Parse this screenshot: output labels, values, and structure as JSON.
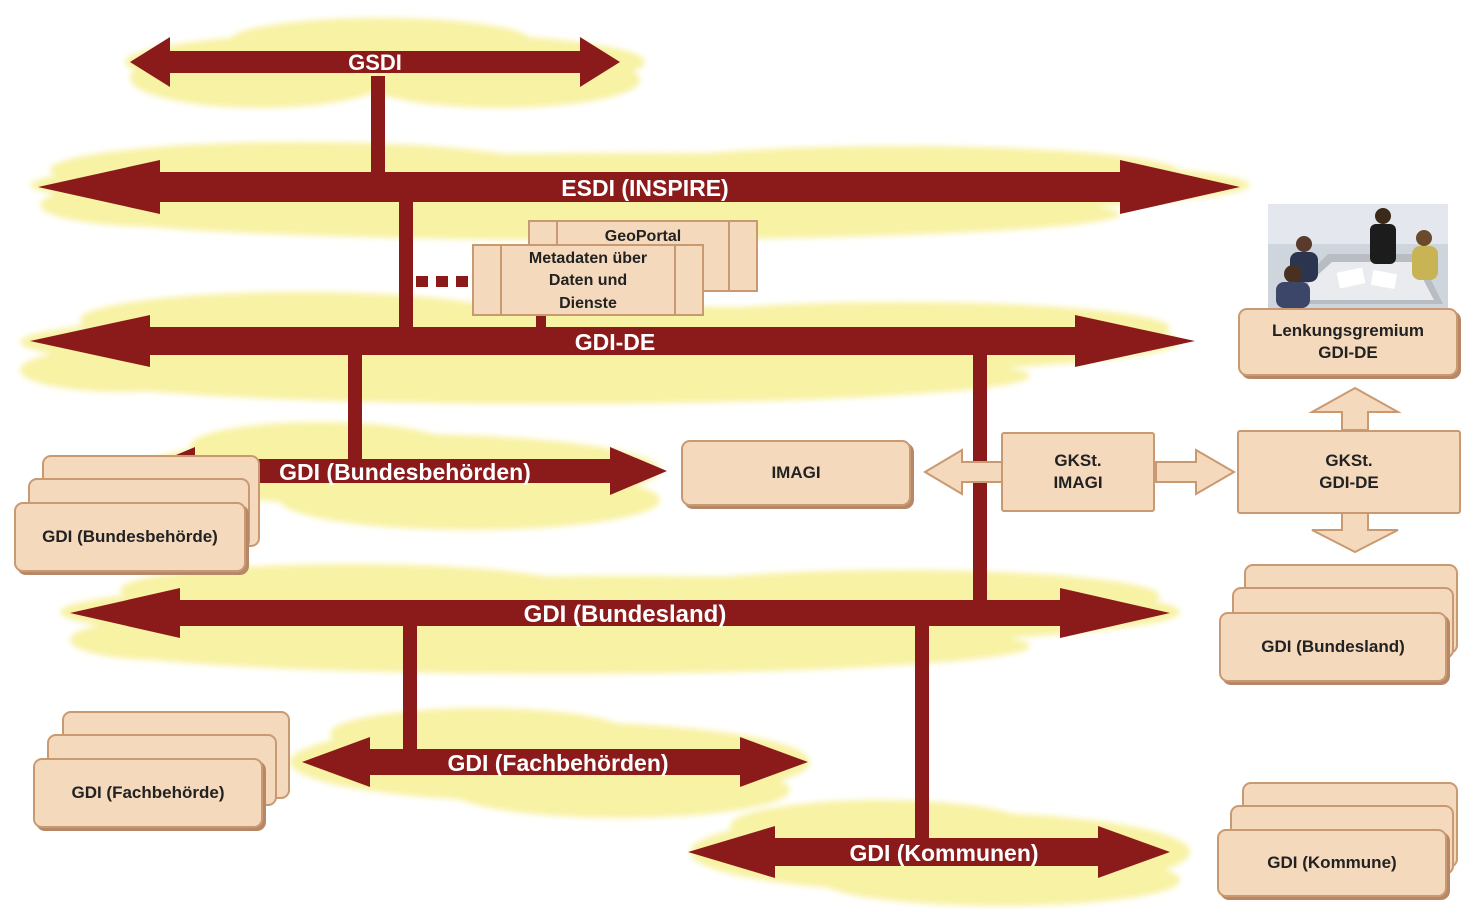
{
  "levels": {
    "gsdi": "GSDI",
    "esdi": "ESDI (INSPIRE)",
    "gdi_de": "GDI-DE",
    "bundesbehoerden": "GDI (Bundesbehörden)",
    "bundesland": "GDI (Bundesland)",
    "fachbehoerden": "GDI (Fachbehörden)",
    "kommunen": "GDI (Kommunen)"
  },
  "boxes": {
    "geoportal": "GeoPortal",
    "metadaten": [
      "Metadaten über",
      "Daten und",
      "Dienste"
    ],
    "imagi": "IMAGI",
    "gkst_imagi": [
      "GKSt.",
      "IMAGI"
    ],
    "gkst_gdide": [
      "GKSt.",
      "GDI-DE"
    ],
    "lenkungsgremium": [
      "Lenkungsgremium",
      "GDI-DE"
    ],
    "bundesbehoerde": "GDI (Bundesbehörde)",
    "bundesland_stack": "GDI (Bundesland)",
    "fachbehoerde": "GDI (Fachbehörde)",
    "kommune": "GDI (Kommune)"
  },
  "colors": {
    "arrow": "#8b1a1a",
    "cloud": "#f8f2a4",
    "box": "#f4d9bd",
    "box_border": "#c99a72"
  },
  "icons": {
    "meeting": "meeting-illustration"
  }
}
